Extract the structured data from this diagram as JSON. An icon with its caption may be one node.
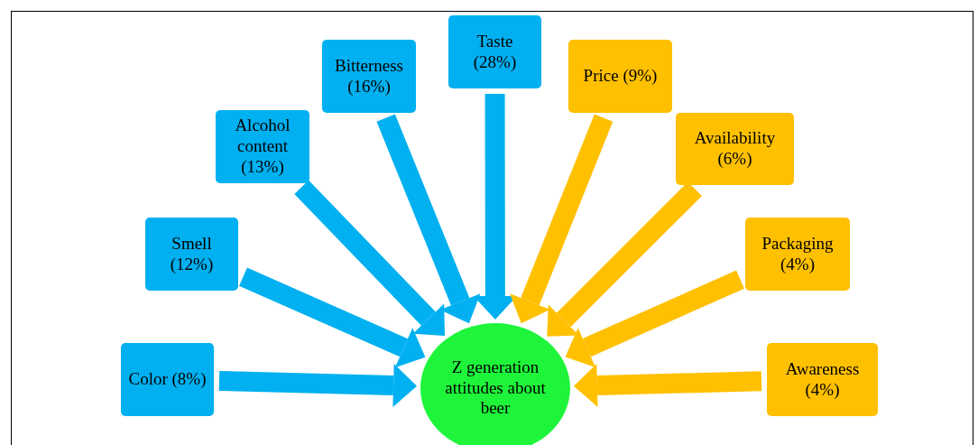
{
  "diagram": {
    "nodes": [
      {
        "text": [
          "Color (8%)"
        ]
      },
      {
        "text": [
          "Smell (12%)"
        ]
      },
      {
        "text": [
          "Alcohol content (13%)"
        ]
      },
      {
        "text": [
          "Bitterness (16%)"
        ]
      },
      {
        "text": [
          "Taste (28%)"
        ]
      },
      {
        "text": [
          "Price (9%)"
        ]
      },
      {
        "text": [
          "Availability (6%)"
        ]
      },
      {
        "text": [
          "Packaging (4%)"
        ]
      },
      {
        "text": [
          "Awareness (4%)"
        ]
      },
      {
        "text": [
          "Z generation attitudes about beer"
        ]
      }
    ],
    "edges": [
      {
        "from": 0,
        "to": 9,
        "arrow": "to"
      },
      {
        "from": 1,
        "to": 9,
        "arrow": "to"
      },
      {
        "from": 2,
        "to": 9,
        "arrow": "to"
      },
      {
        "from": 3,
        "to": 9,
        "arrow": "to"
      },
      {
        "from": 4,
        "to": 9,
        "arrow": "to"
      },
      {
        "from": 5,
        "to": 9,
        "arrow": "to",
        "color": "#ffc000"
      },
      {
        "from": 6,
        "to": 9,
        "arrow": "to",
        "color": "#ffc000"
      },
      {
        "from": 7,
        "to": 9,
        "arrow": "to",
        "color": "#ffc000"
      },
      {
        "from": 8,
        "to": 9,
        "arrow": "to",
        "color": "#ffc000"
      }
    ]
  }
}
